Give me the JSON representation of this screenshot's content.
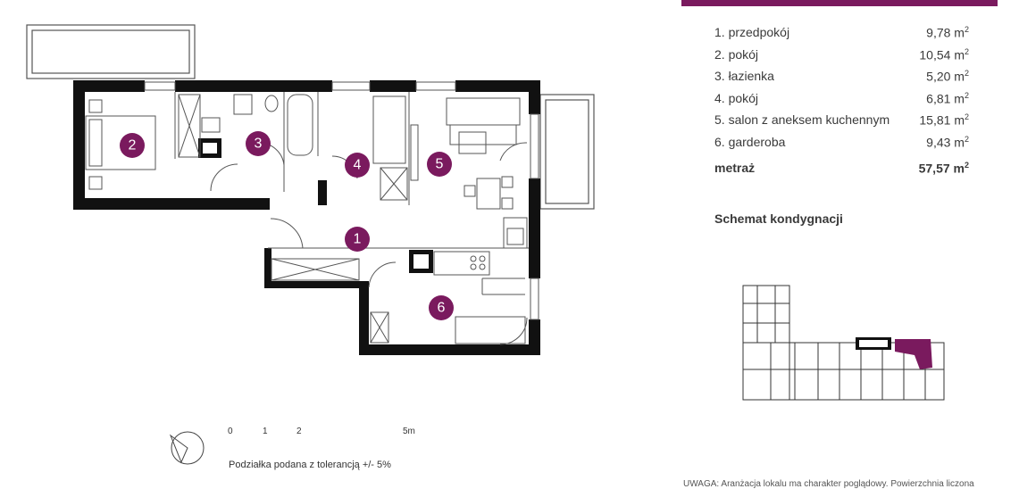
{
  "colors": {
    "accent": "#7a1a5e",
    "wall": "#111111",
    "line": "#555555"
  },
  "rooms": [
    {
      "name": "1. przedpokój",
      "area": "9,78 m",
      "unit_sup": "2"
    },
    {
      "name": "2. pokój",
      "area": "10,54 m",
      "unit_sup": "2"
    },
    {
      "name": "3. łazienka",
      "area": "5,20 m",
      "unit_sup": "2"
    },
    {
      "name": "4. pokój",
      "area": "6,81 m",
      "unit_sup": "2"
    },
    {
      "name": "5. salon z aneksem kuchennym",
      "area": "15,81 m",
      "unit_sup": "2"
    },
    {
      "name": "6. garderoba",
      "area": "9,43 m",
      "unit_sup": "2"
    }
  ],
  "total": {
    "label": "metraż",
    "value": "57,57 m",
    "unit_sup": "2"
  },
  "section_title": "Schemat kondygnacji",
  "markers": [
    "1",
    "2",
    "3",
    "4",
    "5",
    "6"
  ],
  "scale": {
    "labels": [
      "0",
      "1",
      "2",
      "5m"
    ],
    "caption": "Podziałka podana z tolerancją +/- 5%"
  },
  "note": "UWAGA: Aranżacja lokalu ma charakter poglądowy. Powierzchnia liczona"
}
